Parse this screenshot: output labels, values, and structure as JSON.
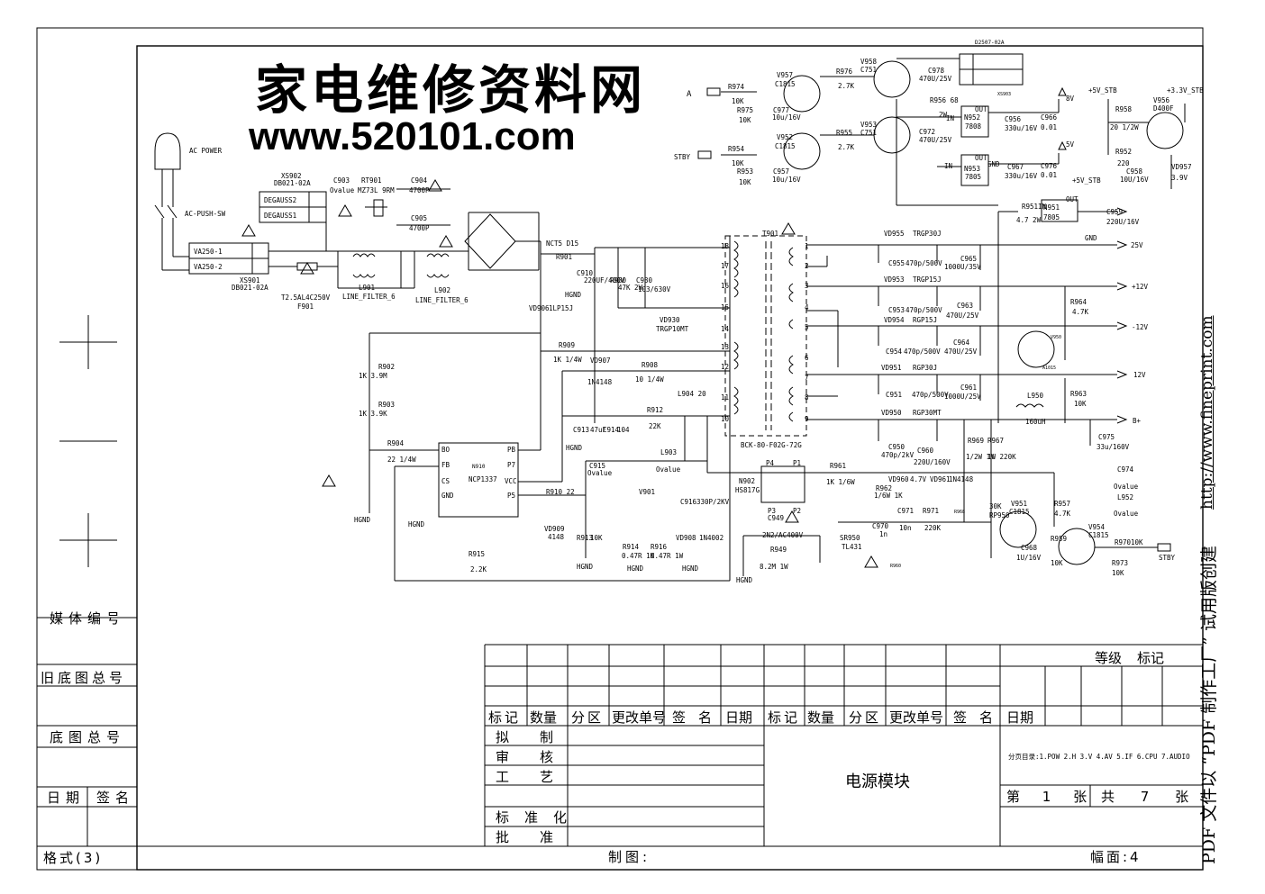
{
  "watermark": {
    "title_cn": "家电维修资料网",
    "url": "www.520101.com"
  },
  "side_note": {
    "pdf_text": "PDF 文件以 “PDF 制作工厂” 试用版创建",
    "url": "http://www.fineprint.com"
  },
  "schematic": {
    "top_id": "D2507-02A",
    "inputs": {
      "a": "A",
      "stby_in": "STBY",
      "stby_out": "STBY"
    },
    "ac": {
      "power": "AC POWER",
      "push_sw": "AC-PUSH-SW",
      "xs902": "XS902",
      "xs902_part": "DB021-02A",
      "degauss2": "DEGAUSS2",
      "degauss1": "DEGAUSS1",
      "xs901": "XS901",
      "xs901_part": "DB021-02A",
      "va1": "VA250-1",
      "va2": "VA250-2",
      "fuse": "T2.5AL4C250V",
      "fuse_ref": "F901",
      "c903": "C903",
      "value": "Ovalue",
      "rt901": "RT901",
      "rt901_part": "MZ73L 9RM",
      "c904": "C904",
      "c904_val": "4700P",
      "c905": "C905",
      "c905_val": "4700P",
      "l901": "L901",
      "l901_name": "LINE_FILTER_6",
      "l902": "L902",
      "l902_name": "LINE_FILTER_6"
    },
    "primary": {
      "d15": "NCT5 D15",
      "r901": "R901",
      "c910": "C910",
      "c910_val": "220UF/400V",
      "hgnd": "HGND",
      "r930": "R930",
      "r930_val": "47K 2W",
      "c930": "C930",
      "c930_val": "103/630V",
      "vd930": "VD930",
      "vd930_part": "TRGP10MT",
      "vd906": "VD906",
      "vd906_part": "1LP15J",
      "r909": "R909",
      "r909_val": "1K 1/4W",
      "vd907": "VD907",
      "vd907_part": "1N4148",
      "r908": "R908",
      "r908_val": "10 1/4W",
      "r912": "R912",
      "r912_val": "22K",
      "c913": "C913",
      "c913_val": "47uF",
      "c914": "C914",
      "c914_val": "104",
      "l904": "L904 20",
      "r902": "R902",
      "r902_val": "1K 3.9M",
      "r903": "R903",
      "r903_val": "1K 3.9K",
      "r904": "R904",
      "r904_val": "22 1/4W",
      "ic": "N910",
      "ic_part": "NCP1337",
      "pins": [
        "BO",
        "FB",
        "CS",
        "GND",
        "PB",
        "P7",
        "VCC",
        "P5"
      ],
      "c915": "C915",
      "c915_val": "Ovalue",
      "l903": "L903",
      "l903_val": "Ovalue",
      "r910": "R910 22",
      "v901": "V901",
      "vd909": "VD909",
      "vd909_part": "4148",
      "r913": "R913",
      "r913_val": "10K",
      "r914": "R914",
      "r914_val": "0.47R 1K",
      "r915": "R915",
      "r915_val": "2.2K",
      "r916": "R916",
      "r916_val": "0.47R 1W",
      "c916": "C916",
      "c916_val": "330P/2KV",
      "vd908": "VD908",
      "vd908_part": "1N4002"
    },
    "transformer": {
      "ref": "T901",
      "part": "BCK-80-F02G-72G",
      "primary_pins": [
        "18",
        "17",
        "16",
        "15",
        "14",
        "13",
        "12",
        "11",
        "10"
      ],
      "secondary_pins": [
        "1",
        "2",
        "3",
        "4",
        "5",
        "6",
        "7",
        "8",
        "9"
      ]
    },
    "secondary": {
      "vd955": "VD955",
      "vd955_part": "TRGP30J",
      "c955": "C955",
      "c955_val": "470p/500V",
      "c965": "C965",
      "c965_val": "1000U/35V",
      "out_25v": "25V",
      "vd953": "VD953",
      "vd953_part": "TRGP15J",
      "c953": "C953",
      "c953_val": "470p/500V",
      "c963": "C963",
      "c963_val": "470U/25V",
      "out_12v_plus": "+12V",
      "vd954": "VD954",
      "vd954_part": "RGP15J",
      "c954": "C954",
      "c954_val": "470p/500V",
      "c964": "C964",
      "c964_val": "470U/25V",
      "out_12v_minus": "-12V",
      "vd951": "VD951",
      "vd951_part": "RGP30J",
      "c951": "C951",
      "c951_val": "470p/500V",
      "c961": "C961",
      "c961_val": "1000U/25V",
      "out_12v": "12V",
      "vd950": "VD950",
      "vd950_part": "RGP30MT",
      "c950": "C950",
      "c950_val": "470p/2kV",
      "c960": "C960",
      "c960_val": "220U/160V",
      "l950": "L950",
      "l950_val": "160uH",
      "out_bplus": "B+",
      "c975": "C975",
      "c975_val": "33u/160V",
      "r964": "R964",
      "r964_val": "4.7K",
      "r963": "R963",
      "r963_val": "10K",
      "v950": "V950",
      "v950_part": "A1015",
      "r969": "R969",
      "r969_val": "1/2W 1K",
      "r967": "R967",
      "r967_val": "1W 220K"
    },
    "regulators": {
      "r974": "R974",
      "r974_val": "10K",
      "r975": "R975",
      "r975_val": "10K",
      "c977": "C977",
      "c977_val": "10u/16V",
      "v957": "V957",
      "v957_part": "C1815",
      "r976": "R976",
      "r976_val": "2.7K",
      "v958": "V958",
      "v958_part": "C751",
      "c978": "C978",
      "c978_val": "470U/25V",
      "xs903": "XS903",
      "r956": "R956 68",
      "r956_val": "2W",
      "n952": "N952",
      "n952_part": "7808",
      "in": "IN",
      "out": "OUT",
      "gnd": "GND",
      "c956": "C956",
      "c956_val": "330u/16V",
      "c966": "C966",
      "c966_val": "0.01",
      "out_8v": "8V",
      "out_5v": "5V",
      "r954": "R954",
      "r954_val": "10K",
      "r953": "R953",
      "r953_val": "10K",
      "c957": "C957",
      "c957_val": "10u/16V",
      "v952": "V952",
      "v952_part": "C1815",
      "r955": "R955",
      "r955_val": "2.7K",
      "v953": "V953",
      "v953_part": "C751",
      "c972": "C972",
      "c972_val": "470U/25V",
      "n953": "N953",
      "n953_part": "7805",
      "c967": "C967",
      "c967_val": "330u/16V",
      "c976": "C976",
      "c976_val": "0.01",
      "v5stb": "+5V_STB",
      "v33stb": "+3.3V_STB",
      "r958": "R958",
      "r958_val": "20 1/2W",
      "v956": "V956",
      "v956_part": "D400F",
      "r952": "R952",
      "r952_val": "220",
      "c958": "C958",
      "c958_val": "10U/16V",
      "vd957": "VD957",
      "vd957_val": "3.9V",
      "v5stb2": "+5V_STB",
      "r951": "R951",
      "r951_val": "4.7 2W",
      "n951": "N951",
      "n951_part": "7805",
      "c959": "C959",
      "c959_val": "220U/16V"
    },
    "feedback": {
      "n902": "N902",
      "n902_part": "HS817G",
      "p4": "P4",
      "p1": "P1",
      "p3": "P3",
      "p2": "P2",
      "c949": "C949",
      "c949_val": "2N2/AC400V",
      "r949": "R949",
      "r949_val": "8.2M 1W",
      "r961": "R961",
      "r961_val": "1K 1/6W",
      "r962": "R962",
      "r962_val": "1/6W 1K",
      "vd960": "VD960",
      "vd960_val": "4.7V",
      "vd961": "VD961",
      "vd961_part": "1N4148",
      "sr950": "SR950",
      "sr950_part": "TL431",
      "c970": "C970",
      "c970_val": "1n",
      "c971": "C971",
      "c971_val": "10n",
      "r971": "R971",
      "r971_val": "220K",
      "r968": "R968",
      "r960": "R960",
      "rp950": "RP950",
      "rp950_val": "30K",
      "v951": "V951",
      "v951_part": "C1815",
      "r957": "R957",
      "r957_val": "4.7K",
      "c968": "C968",
      "c968_val": "1U/16V",
      "r959": "R959",
      "r959_val": "10K",
      "v954": "V954",
      "v954_part": "C1815",
      "r970": "R970",
      "r970_val": "10K",
      "r973": "R973",
      "r973_val": "10K",
      "c974": "C974",
      "c974_val": "Ovalue",
      "l952": "L952",
      "l952_val": "Ovalue"
    }
  },
  "title_block": {
    "left_labels": [
      "媒体编号",
      "旧底图总号",
      "底图总号",
      "日期",
      "签名"
    ],
    "format": "格式(3)",
    "drawn_by": "制图:",
    "sheet_size": "幅面:4",
    "grade": "等级",
    "mark": "标记",
    "rev_headers": [
      "标记",
      "数量",
      "分区",
      "更改单号",
      "签名",
      "日期",
      "标记",
      "数量",
      "分区",
      "更改单号",
      "签名",
      "日期"
    ],
    "roles": [
      "拟制",
      "审核",
      "工艺",
      "标准化",
      "批准"
    ],
    "title": "电源模块",
    "page_index": "分页目录:1.POW 2.H 3.V 4.AV 5.IF 6.CPU 7.AUDIO",
    "sheet_no": "第 1 张",
    "sheet_total": "共 7 张"
  }
}
